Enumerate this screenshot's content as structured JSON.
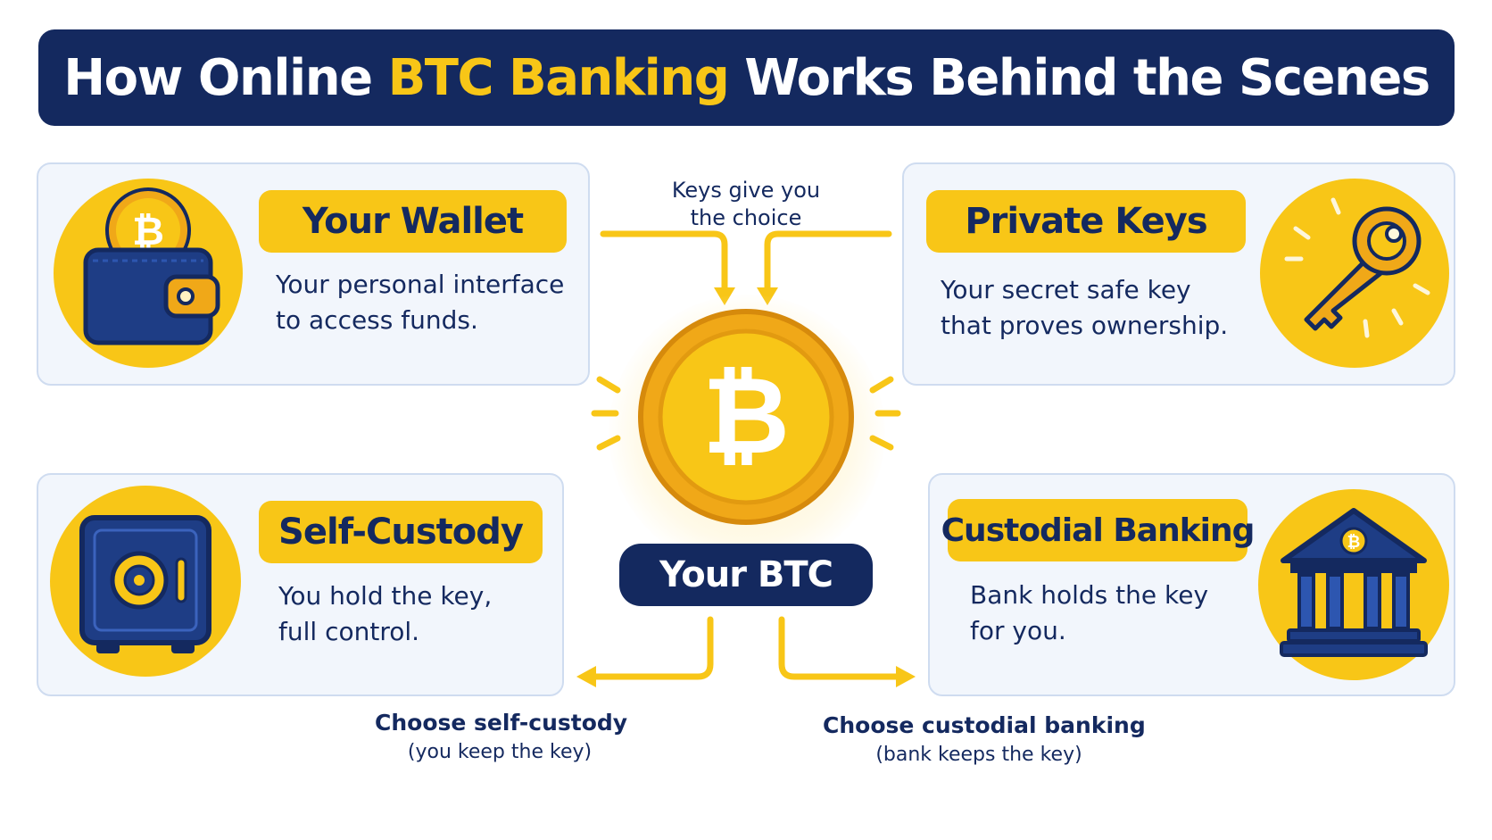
{
  "title": {
    "prefix": "How Online ",
    "highlight": "BTC Banking",
    "suffix": " Works Behind the Scenes"
  },
  "cards": {
    "wallet": {
      "title": "Your Wallet",
      "lines": [
        "Your personal interface",
        "to access funds."
      ],
      "icon": "wallet-icon"
    },
    "private_keys": {
      "title": "Private Keys",
      "lines": [
        "Your secret safe key",
        "that proves ownership."
      ],
      "icon": "key-icon"
    },
    "self_custody": {
      "title": "Self-Custody",
      "lines": [
        "You hold the key,",
        "full control."
      ],
      "icon": "safe-icon"
    },
    "custodial": {
      "title": "Custodial Banking",
      "lines": [
        "Bank holds the key",
        "for you."
      ],
      "icon": "bank-icon"
    }
  },
  "center": {
    "label": "Your BTC",
    "icon": "bitcoin-coin-icon"
  },
  "connectors": {
    "keys_choice": [
      "Keys give you",
      "the choice"
    ],
    "self_custody": {
      "main": "Choose self-custody",
      "sub": "(you keep the key)"
    },
    "custodial": {
      "main": "Choose custodial banking",
      "sub": "(bank keeps the key)"
    }
  },
  "colors": {
    "navy": "#14295f",
    "yellow": "#f8c617",
    "card_bg": "#f2f6fc",
    "card_border": "#cfdcf0"
  }
}
